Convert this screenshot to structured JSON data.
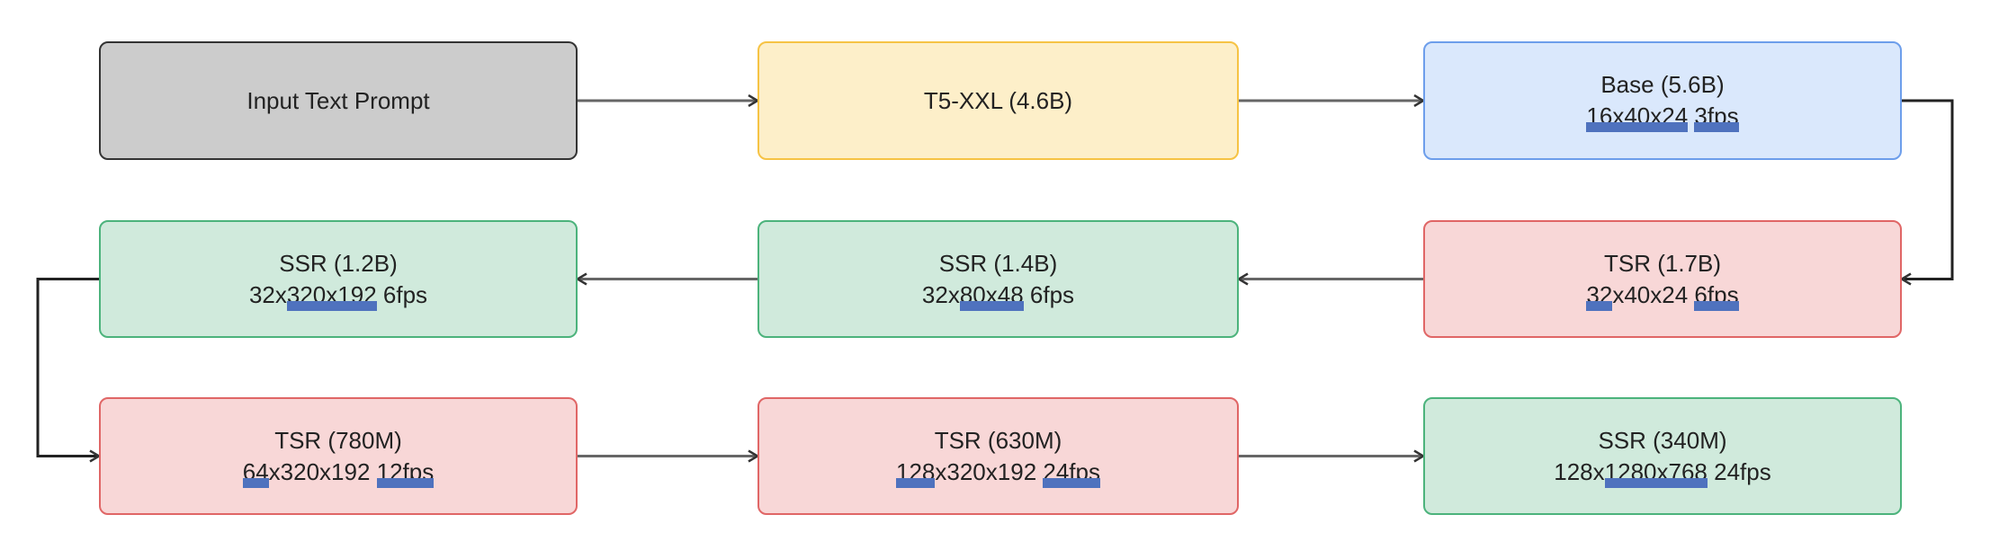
{
  "diagram": {
    "highlight_color": "#4f72be",
    "connector_color": "#555555",
    "nodes": [
      {
        "id": "input-text-prompt",
        "type": "gray",
        "lines": [
          [
            {
              "text": "Input Text Prompt",
              "hl": false
            }
          ]
        ]
      },
      {
        "id": "t5-xxl",
        "type": "yellow",
        "lines": [
          [
            {
              "text": "T5-XXL (4.6B)",
              "hl": false
            }
          ]
        ]
      },
      {
        "id": "base",
        "type": "blue",
        "lines": [
          [
            {
              "text": "Base (5.6B)",
              "hl": false
            }
          ],
          [
            {
              "text": "16x40x24",
              "hl": true
            },
            {
              "text": " ",
              "hl": false
            },
            {
              "text": "3fps",
              "hl": true
            }
          ]
        ]
      },
      {
        "id": "tsr-1-7b",
        "type": "red",
        "lines": [
          [
            {
              "text": "TSR (1.7B)",
              "hl": false
            }
          ],
          [
            {
              "text": "32",
              "hl": true
            },
            {
              "text": "x40x24 ",
              "hl": false
            },
            {
              "text": "6fps",
              "hl": true
            }
          ]
        ]
      },
      {
        "id": "ssr-1-4b",
        "type": "green",
        "lines": [
          [
            {
              "text": "SSR (1.4B)",
              "hl": false
            }
          ],
          [
            {
              "text": "32x",
              "hl": false
            },
            {
              "text": "80x48",
              "hl": true
            },
            {
              "text": " 6fps",
              "hl": false
            }
          ]
        ]
      },
      {
        "id": "ssr-1-2b",
        "type": "green",
        "lines": [
          [
            {
              "text": "SSR (1.2B)",
              "hl": false
            }
          ],
          [
            {
              "text": "32x",
              "hl": false
            },
            {
              "text": "320x192",
              "hl": true
            },
            {
              "text": " 6fps",
              "hl": false
            }
          ]
        ]
      },
      {
        "id": "tsr-780m",
        "type": "red",
        "lines": [
          [
            {
              "text": "TSR (780M)",
              "hl": false
            }
          ],
          [
            {
              "text": "64",
              "hl": true
            },
            {
              "text": "x320x192 ",
              "hl": false
            },
            {
              "text": "12fps",
              "hl": true
            }
          ]
        ]
      },
      {
        "id": "tsr-630m",
        "type": "red",
        "lines": [
          [
            {
              "text": "TSR (630M)",
              "hl": false
            }
          ],
          [
            {
              "text": "128",
              "hl": true
            },
            {
              "text": "x320x192 ",
              "hl": false
            },
            {
              "text": "24fps",
              "hl": true
            }
          ]
        ]
      },
      {
        "id": "ssr-340m",
        "type": "green",
        "lines": [
          [
            {
              "text": "SSR (340M)",
              "hl": false
            }
          ],
          [
            {
              "text": "128x",
              "hl": false
            },
            {
              "text": "1280x768",
              "hl": true
            },
            {
              "text": " 24fps",
              "hl": false
            }
          ]
        ]
      }
    ],
    "edges": [
      {
        "from": "input-text-prompt",
        "to": "t5-xxl"
      },
      {
        "from": "t5-xxl",
        "to": "base"
      },
      {
        "from": "base",
        "to": "tsr-1-7b"
      },
      {
        "from": "tsr-1-7b",
        "to": "ssr-1-4b"
      },
      {
        "from": "ssr-1-4b",
        "to": "ssr-1-2b"
      },
      {
        "from": "ssr-1-2b",
        "to": "tsr-780m"
      },
      {
        "from": "tsr-780m",
        "to": "tsr-630m"
      },
      {
        "from": "tsr-630m",
        "to": "ssr-340m"
      }
    ]
  }
}
